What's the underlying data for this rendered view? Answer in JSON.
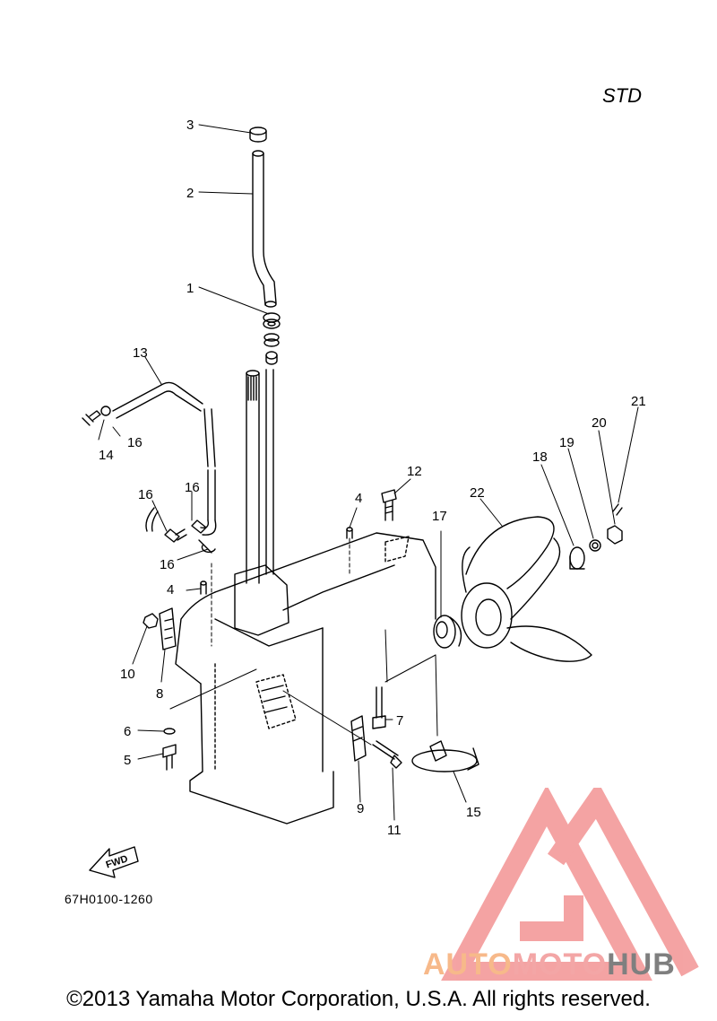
{
  "diagram": {
    "variant_label": "STD",
    "part_code": "67H0100-1260",
    "fwd_label": "FWD",
    "copyright": "©2013 Yamaha Motor Corporation, U.S.A. All rights reserved.",
    "callouts": [
      "1",
      "2",
      "3",
      "4",
      "4",
      "5",
      "6",
      "7",
      "8",
      "9",
      "10",
      "11",
      "12",
      "13",
      "14",
      "15",
      "16",
      "16",
      "16",
      "16",
      "17",
      "18",
      "19",
      "20",
      "21",
      "22"
    ]
  },
  "watermark": {
    "part1": "AUTO",
    "part2": "MOTO",
    "part3": "HUB",
    "colors": {
      "auto": "#f7b98a",
      "moto": "#f3a6a6",
      "hub": "#7f7f7f",
      "mark": "#f39a9a"
    }
  }
}
